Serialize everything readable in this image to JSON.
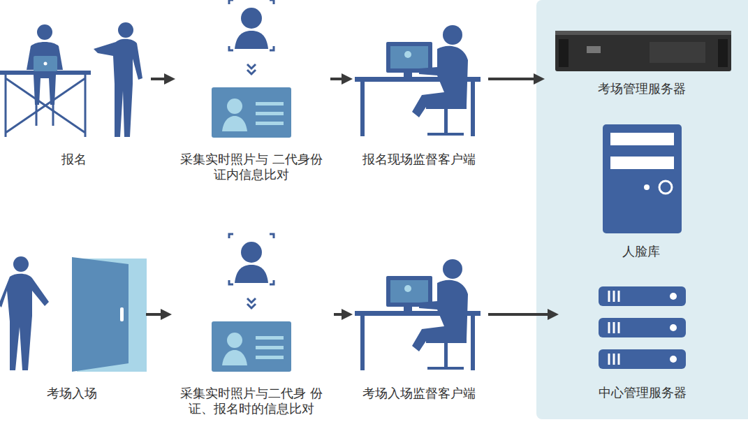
{
  "diagram": {
    "nodes": [
      {
        "text": [
          "报名"
        ]
      },
      {
        "text": [
          "采集实时照片与 二代身份证内信息比对"
        ]
      },
      {
        "text": [
          "报名现场监督客户端"
        ]
      },
      {
        "text": [
          "考场管理服务器"
        ]
      },
      {
        "text": [
          "人脸库"
        ]
      },
      {
        "text": [
          "中心管理服务器"
        ]
      },
      {
        "text": [
          "考场入场"
        ]
      },
      {
        "text": [
          "采集实时照片与二代身 份证、报名时的信息比对"
        ]
      },
      {
        "text": [
          "考场入场监督客户端"
        ]
      }
    ],
    "edges": [
      {
        "from": 0,
        "to": 1,
        "arrow": "to"
      },
      {
        "from": 1,
        "to": 2,
        "arrow": "to"
      },
      {
        "from": 2,
        "to": 3,
        "arrow": "to"
      },
      {
        "from": 6,
        "to": 7,
        "arrow": "to"
      },
      {
        "from": 7,
        "to": 8,
        "arrow": "to"
      },
      {
        "from": 8,
        "to": 5,
        "arrow": "to"
      }
    ]
  }
}
